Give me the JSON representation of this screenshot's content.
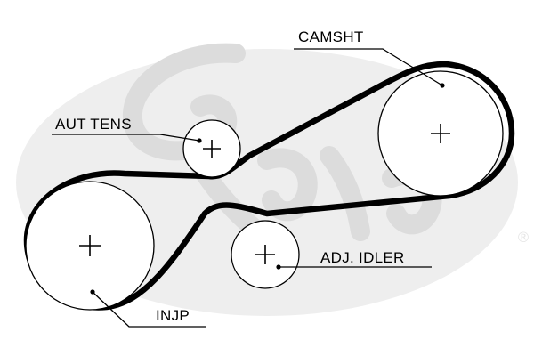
{
  "watermark": {
    "registered_mark": "®"
  },
  "labels": {
    "camshaft": "CAMSHT",
    "auto_tensioner": "AUT TENS",
    "injection_pump": "INJP",
    "adjustable_idler": "ADJ. IDLER"
  },
  "colors": {
    "belt": "#000000",
    "watermark": "#e6e6e6",
    "background": "#ffffff"
  },
  "icons": {
    "pulley_center": "plus-cross",
    "leader_end": "dot"
  }
}
